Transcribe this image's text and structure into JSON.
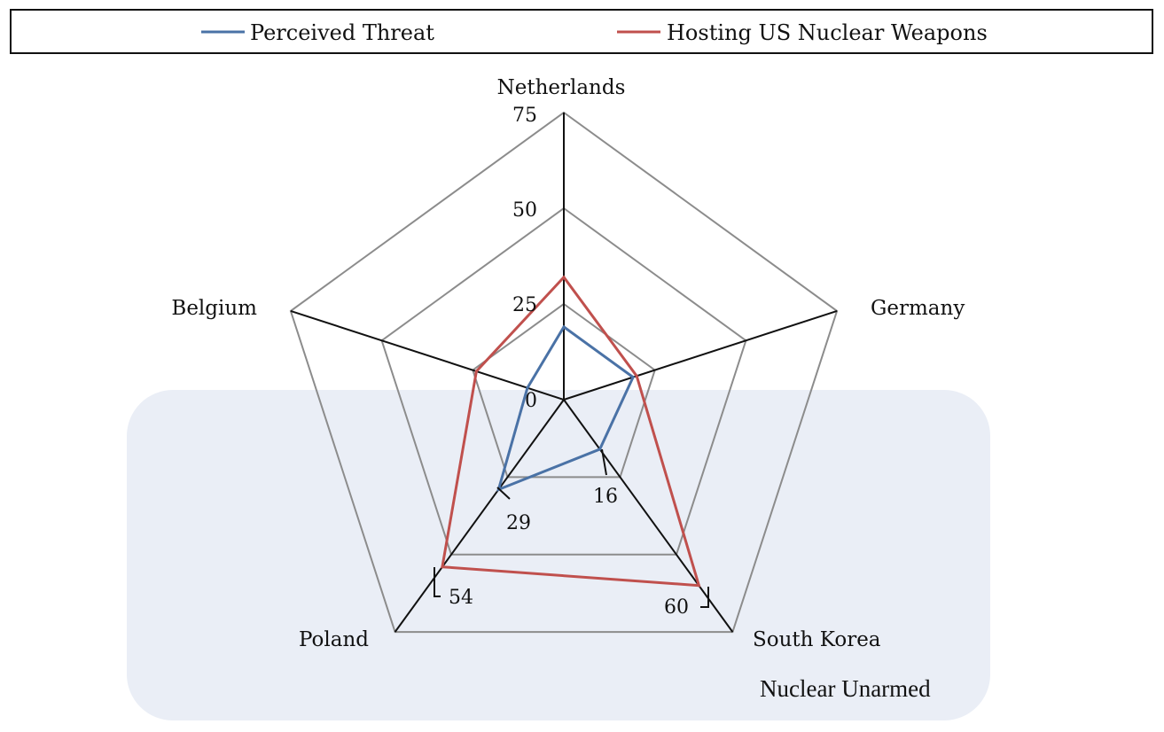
{
  "chart_data": {
    "type": "radar",
    "categories": [
      "Netherlands",
      "Germany",
      "South Korea",
      "Poland",
      "Belgium"
    ],
    "series": [
      {
        "name": "Perceived Threat",
        "color": "#4a72a6",
        "values": [
          19,
          19,
          16,
          29,
          10
        ]
      },
      {
        "name": "Hosting US Nuclear Weapons",
        "color": "#c0504d",
        "values": [
          32,
          20,
          60,
          54,
          24
        ]
      }
    ],
    "radial_ticks": [
      0,
      25,
      50,
      75
    ],
    "radial_range": [
      0,
      75
    ],
    "data_labels": [
      {
        "value": "29",
        "series": "Perceived Threat",
        "category": "Poland"
      },
      {
        "value": "16",
        "series": "Perceived Threat",
        "category": "South Korea"
      },
      {
        "value": "54",
        "series": "Hosting US Nuclear Weapons",
        "category": "Poland"
      },
      {
        "value": "60",
        "series": "Hosting US Nuclear Weapons",
        "category": "South Korea"
      }
    ],
    "legend_position": "top",
    "grid": true,
    "annotation": "Nuclear Unarmed"
  }
}
